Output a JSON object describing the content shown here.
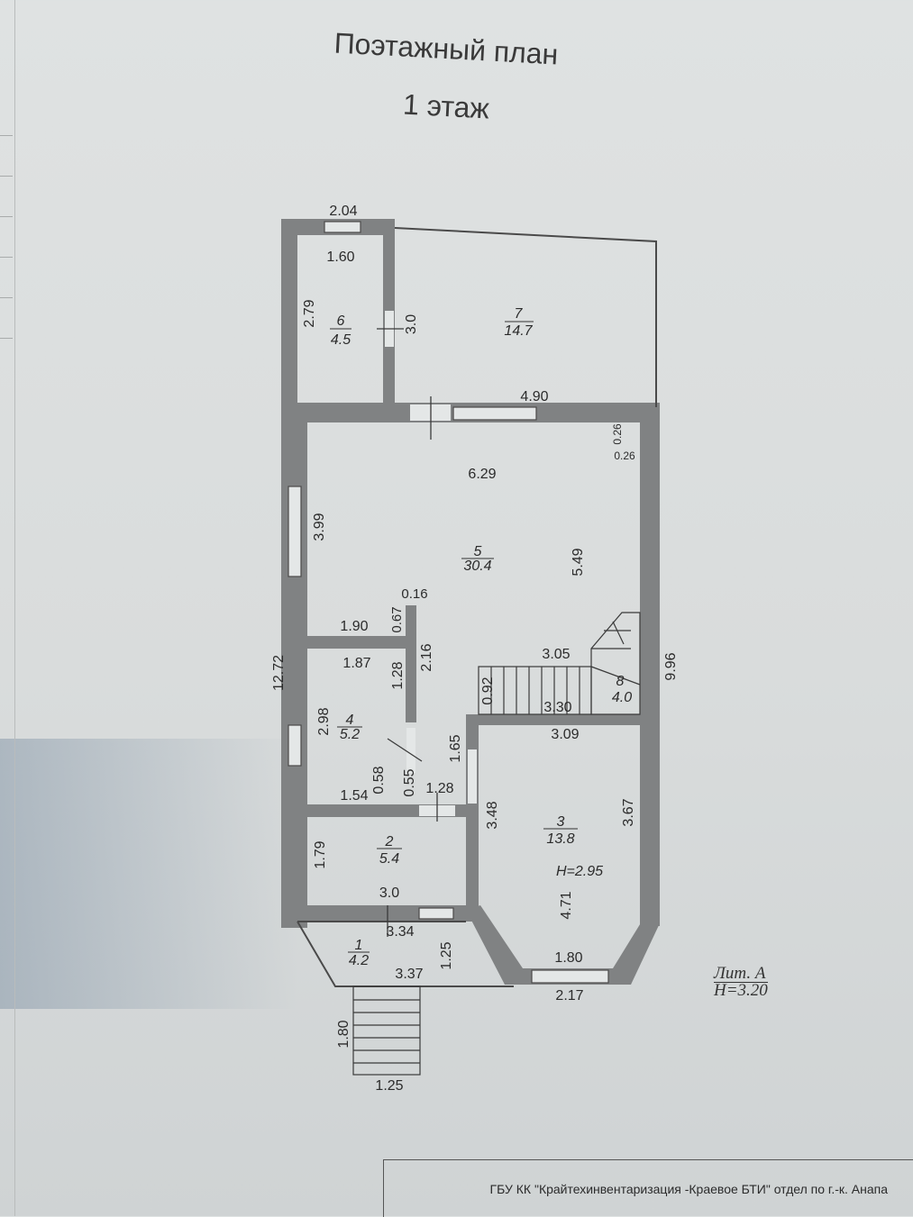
{
  "title": {
    "line1": "Поэтажный план",
    "line2": "1 этаж"
  },
  "rooms": [
    {
      "id": "room-6",
      "number": "6",
      "area": "4.5"
    },
    {
      "id": "room-7",
      "number": "7",
      "area": "14.7"
    },
    {
      "id": "room-5",
      "number": "5",
      "area": "30.4"
    },
    {
      "id": "room-4",
      "number": "4",
      "area": "5.2"
    },
    {
      "id": "room-8",
      "number": "8",
      "area": "4.0"
    },
    {
      "id": "room-3",
      "number": "3",
      "area": "13.8"
    },
    {
      "id": "room-2",
      "number": "2",
      "area": "5.4"
    },
    {
      "id": "room-1",
      "number": "1",
      "area": "4.2"
    }
  ],
  "room3_height": "H=2.95",
  "dimensions": {
    "top_width": "2.04",
    "r6_width": "1.60",
    "r6_height": "2.79",
    "r6_wall": "3.0",
    "r7_bottom": "4.90",
    "corner_a": "0.26",
    "corner_b": "0.26",
    "r5_width": "6.29",
    "r5_left": "3.99",
    "r5_right": "5.49",
    "overall_left": "12.72",
    "overall_right": "9.96",
    "d016": "0.16",
    "d067": "0.67",
    "d190": "1.90",
    "d216": "2.16",
    "d187": "1.87",
    "d128a": "1.28",
    "d305": "3.05",
    "d092": "0.92",
    "d330": "3.30",
    "d298": "2.98",
    "d165": "1.65",
    "d309": "3.09",
    "d058": "0.58",
    "d055": "0.55",
    "d154": "1.54",
    "d128b": "1.28",
    "d348": "3.48",
    "d367": "3.67",
    "d179": "1.79",
    "d30b": "3.0",
    "d471": "4.71",
    "d334": "3.34",
    "d125a": "1.25",
    "d337": "3.37",
    "d180a": "1.80",
    "d217": "2.17",
    "d180b": "1.80",
    "d125b": "1.25"
  },
  "lit": {
    "line1": "Лит. А",
    "line2": "H=3.20"
  },
  "footer": "ГБУ КК \"Крайтехинвентаризация -Краевое БТИ\" отдел по г.-к. Анапа",
  "colors": {
    "wall": "#808283",
    "paper": "#dfe2e2",
    "ink": "#2b2b2b"
  }
}
